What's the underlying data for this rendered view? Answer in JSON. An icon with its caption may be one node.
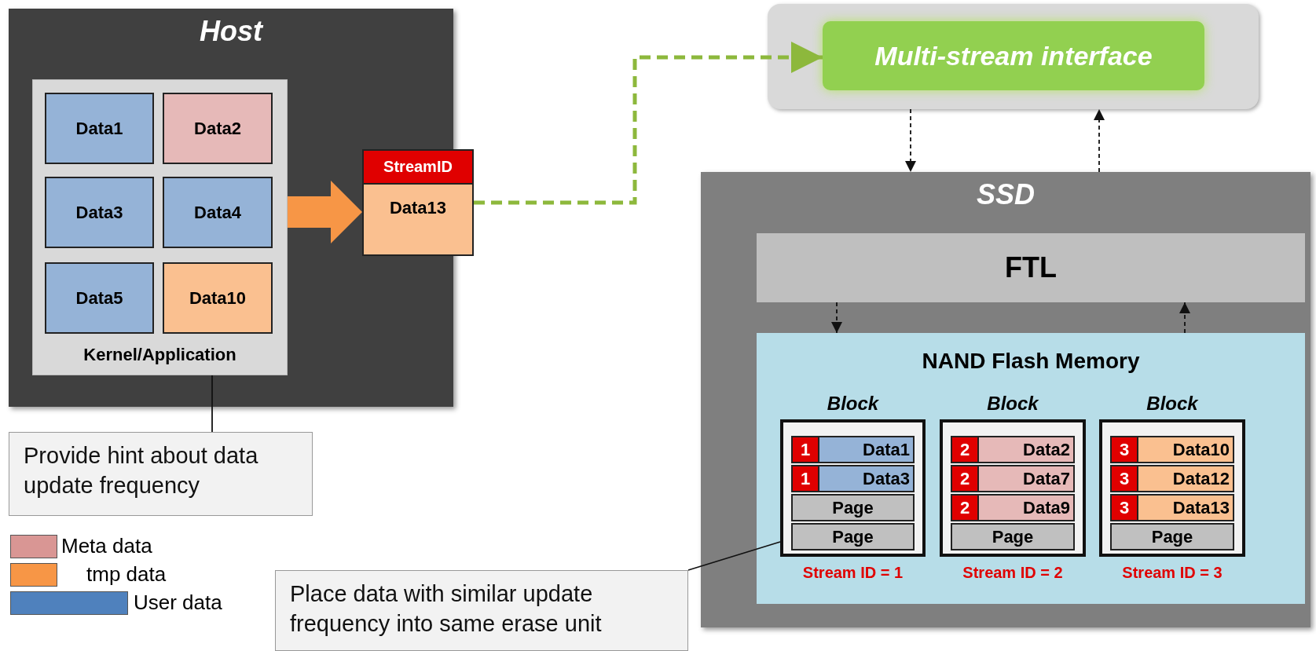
{
  "diagram": {
    "nodes": [
      {
        "text": [
          "Host"
        ]
      },
      {
        "text": [
          "Kernel/Application"
        ],
        "in": 0
      },
      {
        "text": [
          "Data1"
        ],
        "in": 1
      },
      {
        "text": [
          "Data2"
        ],
        "in": 1
      },
      {
        "text": [
          "Data3"
        ],
        "in": 1
      },
      {
        "text": [
          "Data4"
        ],
        "in": 1
      },
      {
        "text": [
          "Data5"
        ],
        "in": 1
      },
      {
        "text": [
          "Data10"
        ],
        "in": 1
      },
      {
        "text": [
          "StreamID",
          "Data13"
        ]
      },
      {
        "text": [],
        "shape": "box"
      },
      {
        "text": [
          "Multi-stream interface"
        ],
        "in": 9
      },
      {
        "text": [
          "SSD"
        ]
      },
      {
        "text": [
          "FTL"
        ],
        "in": 11
      },
      {
        "text": [
          "NAND Flash Memory"
        ],
        "in": 11
      },
      {
        "text": [
          "Block"
        ],
        "in": 13,
        "beside": [
          "Stream ID = 1"
        ]
      },
      {
        "text": [
          "1",
          "Data1"
        ],
        "in": 14
      },
      {
        "text": [
          "1",
          "Data3"
        ],
        "in": 14
      },
      {
        "text": [
          "Page"
        ],
        "in": 14
      },
      {
        "text": [
          "Page"
        ],
        "in": 14
      },
      {
        "text": [
          "Block"
        ],
        "in": 13,
        "beside": [
          "Stream ID = 2"
        ]
      },
      {
        "text": [
          "2",
          "Data2"
        ],
        "in": 19
      },
      {
        "text": [
          "2",
          "Data7"
        ],
        "in": 19
      },
      {
        "text": [
          "2",
          "Data9"
        ],
        "in": 19
      },
      {
        "text": [
          "Page"
        ],
        "in": 19
      },
      {
        "text": [
          "Block"
        ],
        "in": 13,
        "beside": [
          "Stream ID = 3"
        ]
      },
      {
        "text": [
          "3",
          "Data10"
        ],
        "in": 24
      },
      {
        "text": [
          "3",
          "Data12"
        ],
        "in": 24
      },
      {
        "text": [
          "3",
          "Data13"
        ],
        "in": 24
      },
      {
        "text": [
          "Page"
        ],
        "in": 24
      },
      {
        "text": [
          "Provide hint about data update frequency"
        ]
      },
      {
        "text": [
          "Place data with similar update frequency into same erase unit"
        ]
      }
    ],
    "edges": [
      {
        "from": 1,
        "to": 8,
        "arrow": "to",
        "style": "thick",
        "color": "#f79646"
      },
      {
        "from": 8,
        "to": 10,
        "arrow": "to",
        "style": "dashed",
        "color": "#8db83c"
      },
      {
        "from": 9,
        "to": 11,
        "arrow": "to",
        "style": "dashed"
      },
      {
        "from": 11,
        "to": 9,
        "arrow": "to",
        "style": "dashed"
      },
      {
        "from": 12,
        "to": 13,
        "arrow": "to",
        "style": "dashed"
      },
      {
        "from": 13,
        "to": 12,
        "arrow": "to",
        "style": "dashed"
      },
      {
        "from": 29,
        "to": 1,
        "arrow": "none"
      },
      {
        "from": 30,
        "to": 14,
        "arrow": "none"
      }
    ],
    "legend": [
      {
        "text": "Meta data",
        "color": "#d99694"
      },
      {
        "text": "tmp data",
        "color": "#f79646"
      },
      {
        "text": "User data",
        "color": "#4f81bd"
      }
    ]
  }
}
